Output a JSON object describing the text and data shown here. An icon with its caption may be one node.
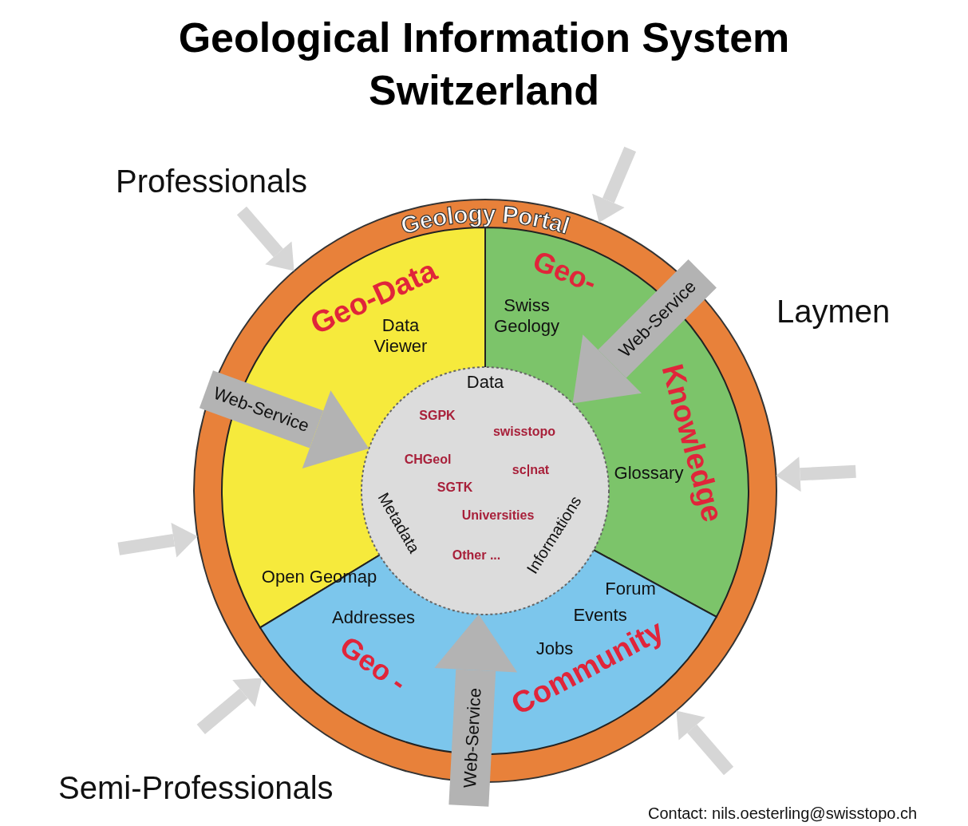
{
  "diagram": {
    "title": "Geological Information System Switzerland",
    "nodes": [
      {
        "text": [
          "Geology Portal"
        ]
      },
      {
        "text": [
          "Geo-Data",
          "Data Viewer",
          "Open Geomap"
        ],
        "in": 0
      },
      {
        "text": [
          "Geo-",
          "Knowledge",
          "Swiss Geology",
          "Glossary"
        ],
        "in": 0
      },
      {
        "text": [
          "Geo -",
          "Community",
          "Addresses",
          "Forum",
          "Events",
          "Jobs"
        ],
        "in": 0
      },
      {
        "text": [
          "Data",
          "SGPK",
          "swisstopo",
          "CHGeol",
          "sc|nat",
          "SGTK",
          "Universities",
          "Metadata",
          "Other ...",
          "Informations"
        ],
        "in": 0
      }
    ],
    "edges": [
      {
        "from": null,
        "to": 0,
        "arrow": "to"
      },
      {
        "from": null,
        "to": 0,
        "arrow": "to"
      },
      {
        "from": null,
        "to": 4,
        "arrow": "to",
        "label": "Web-Service",
        "style": "thick"
      },
      {
        "from": null,
        "to": 4,
        "arrow": "to",
        "label": "Web-Service",
        "style": "thick"
      },
      {
        "from": null,
        "to": 0,
        "arrow": "to"
      },
      {
        "from": null,
        "to": 0,
        "arrow": "to"
      },
      {
        "from": null,
        "to": 0,
        "arrow": "to"
      },
      {
        "from": null,
        "to": 4,
        "arrow": "to",
        "label": "Web-Service",
        "style": "thick"
      },
      {
        "from": null,
        "to": 0,
        "arrow": "to"
      }
    ],
    "labels": [
      "Professionals",
      "Laymen",
      "Semi-Professionals",
      "Contact: nils.oesterling@swisstopo.ch"
    ]
  }
}
